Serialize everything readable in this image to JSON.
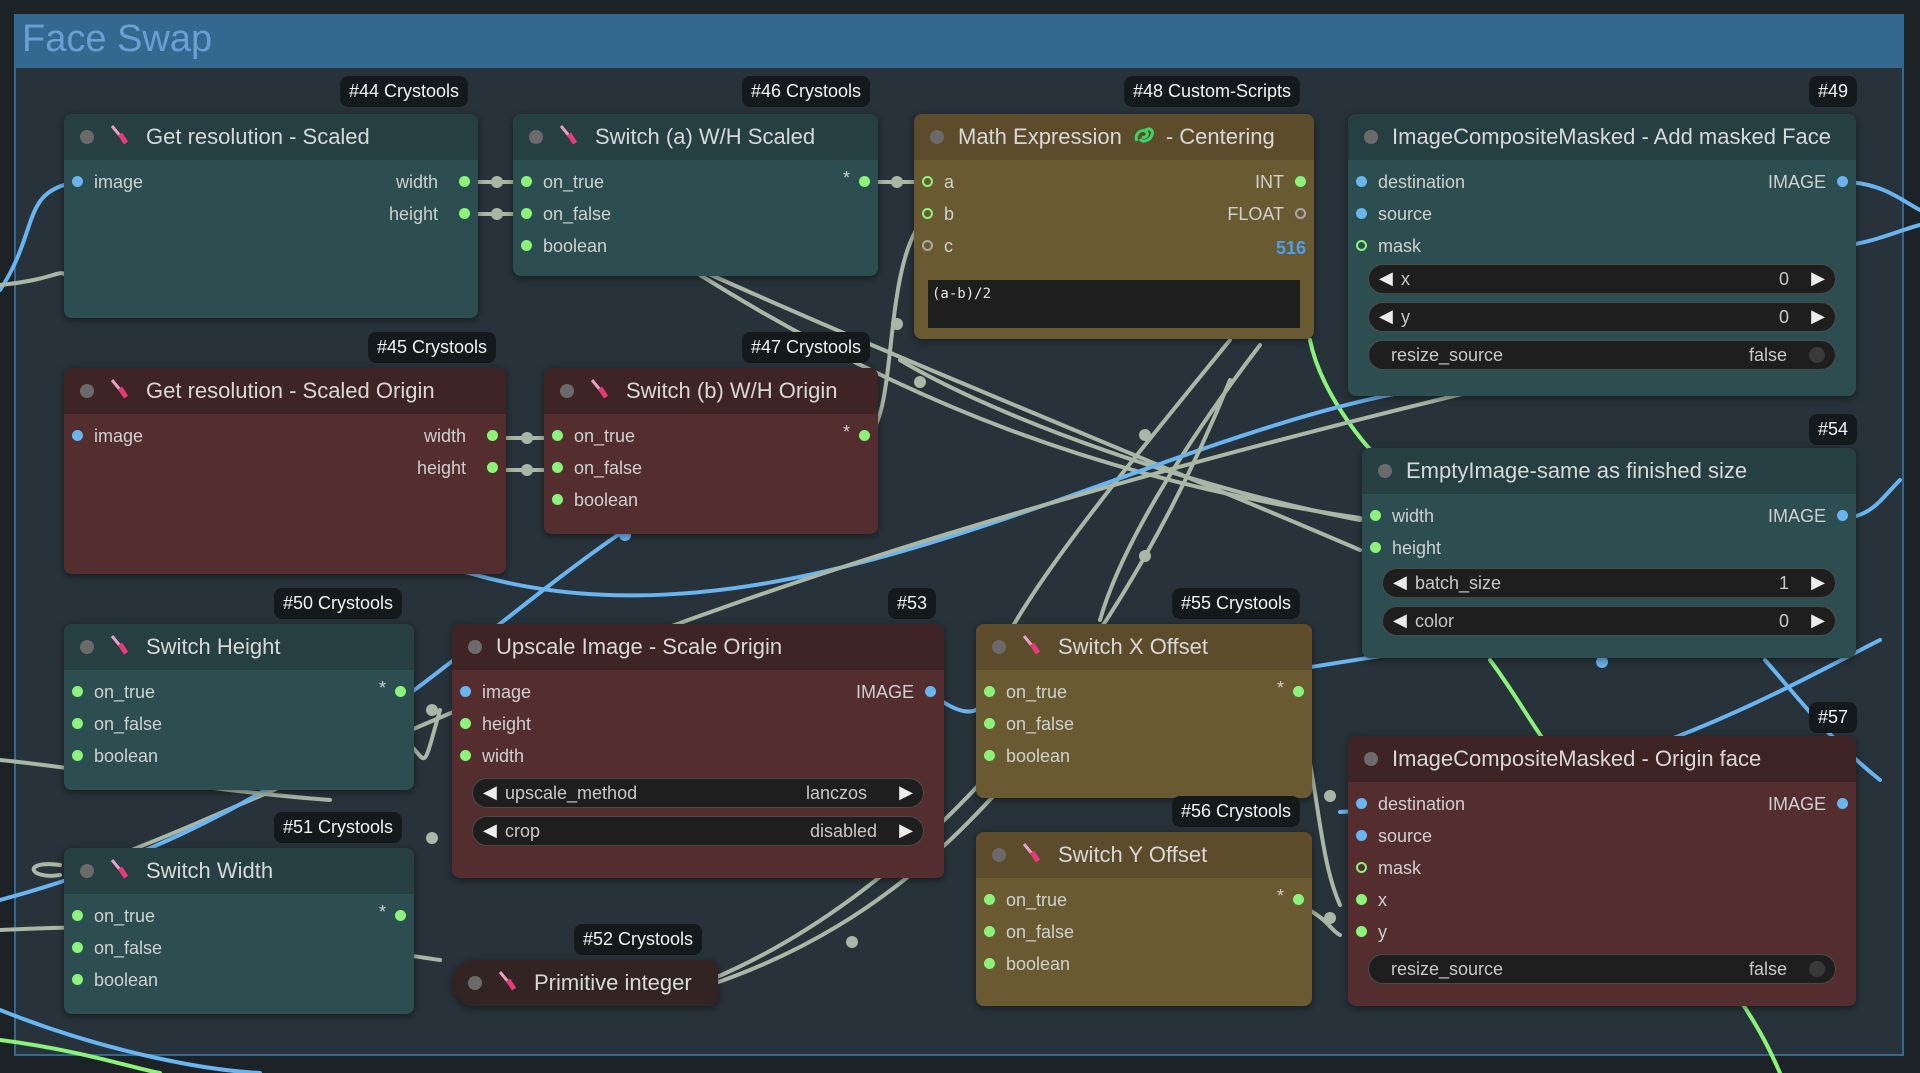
{
  "group": {
    "title": "Face Swap"
  },
  "nodes": {
    "n44": {
      "badge": "#44 Crystools",
      "title": "Get resolution - Scaled",
      "in": [
        "image"
      ],
      "out": [
        "width",
        "height"
      ]
    },
    "n46": {
      "badge": "#46 Crystools",
      "title": "Switch (a) W/H Scaled",
      "in": [
        "on_true",
        "on_false",
        "boolean"
      ],
      "out_star": "*"
    },
    "n48": {
      "badge": "#48 Custom-Scripts",
      "title": "Math Expression",
      "title_suffix": "- Centering",
      "in": [
        "a",
        "b",
        "c"
      ],
      "out": [
        "INT",
        "FLOAT"
      ],
      "c_value": "516",
      "expression": "(a-b)/2"
    },
    "n49": {
      "badge": "#49",
      "title": "ImageCompositeMasked - Add masked Face",
      "in": [
        "destination",
        "source",
        "mask"
      ],
      "out": [
        "IMAGE"
      ],
      "x_label": "x",
      "x_value": "0",
      "y_label": "y",
      "y_value": "0",
      "resize_label": "resize_source",
      "resize_value": "false"
    },
    "n45": {
      "badge": "#45 Crystools",
      "title": "Get resolution - Scaled Origin",
      "in": [
        "image"
      ],
      "out": [
        "width",
        "height"
      ]
    },
    "n47": {
      "badge": "#47 Crystools",
      "title": "Switch (b) W/H Origin",
      "in": [
        "on_true",
        "on_false",
        "boolean"
      ],
      "out_star": "*"
    },
    "n54": {
      "badge": "#54",
      "title": "EmptyImage-same as finished size",
      "in": [
        "width",
        "height"
      ],
      "out": [
        "IMAGE"
      ],
      "batch_label": "batch_size",
      "batch_value": "1",
      "color_label": "color",
      "color_value": "0"
    },
    "n50": {
      "badge": "#50 Crystools",
      "title": "Switch Height",
      "in": [
        "on_true",
        "on_false",
        "boolean"
      ],
      "out_star": "*"
    },
    "n53": {
      "badge": "#53",
      "title": "Upscale Image - Scale Origin",
      "in": [
        "image",
        "height",
        "width"
      ],
      "out": [
        "IMAGE"
      ],
      "method_label": "upscale_method",
      "method_value": "lanczos",
      "crop_label": "crop",
      "crop_value": "disabled"
    },
    "n55": {
      "badge": "#55 Crystools",
      "title": "Switch X Offset",
      "in": [
        "on_true",
        "on_false",
        "boolean"
      ],
      "out_star": "*"
    },
    "n51": {
      "badge": "#51 Crystools",
      "title": "Switch Width",
      "in": [
        "on_true",
        "on_false",
        "boolean"
      ],
      "out_star": "*"
    },
    "n52": {
      "badge": "#52 Crystools",
      "title": "Primitive integer"
    },
    "n56": {
      "badge": "#56 Crystools",
      "title": "Switch Y Offset",
      "in": [
        "on_true",
        "on_false",
        "boolean"
      ],
      "out_star": "*"
    },
    "n57": {
      "badge": "#57",
      "title": "ImageCompositeMasked - Origin face",
      "in": [
        "destination",
        "source",
        "mask",
        "x",
        "y"
      ],
      "out": [
        "IMAGE"
      ],
      "resize_label": "resize_source",
      "resize_value": "false"
    }
  },
  "colors": {
    "wire_blue": "#6ab4f0",
    "wire_green": "#8bf27a",
    "wire_gray": "#a9b7a6",
    "group_header": "#35688e"
  }
}
